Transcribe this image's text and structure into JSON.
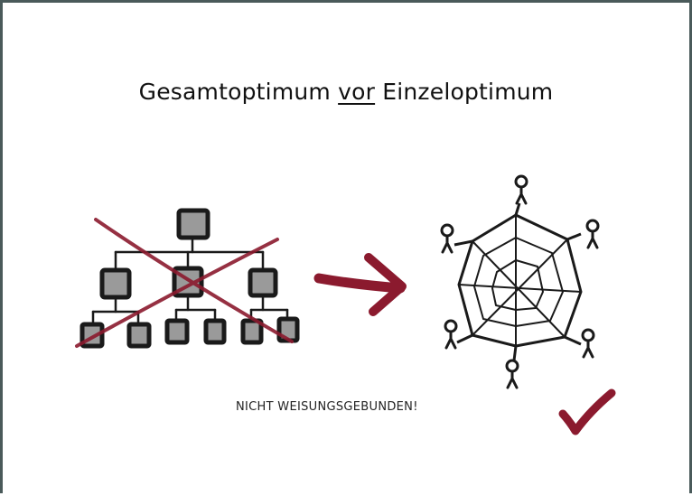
{
  "slide": {
    "title_before": "Gesamtoptimum ",
    "title_underlined": "vor",
    "title_after": " Einzeloptimum",
    "caption": "NICHT WEISUNGSGEBUNDEN!"
  },
  "colors": {
    "accent_red": "#8b1a2e",
    "ink": "#1a1a1a",
    "frame": "#4a5a5a"
  },
  "icons": [
    "hierarchy-diagram",
    "cross-out-icon",
    "arrow-right-icon",
    "network-web-diagram",
    "person-icon",
    "checkmark-icon"
  ]
}
